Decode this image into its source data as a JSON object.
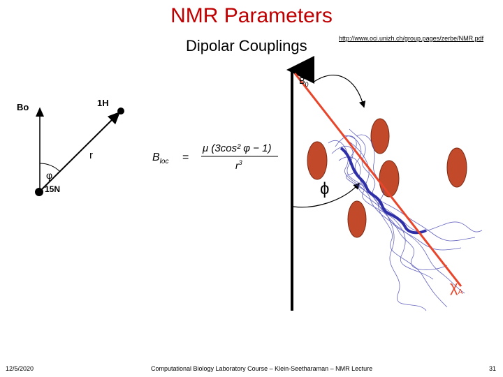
{
  "slide": {
    "title": "NMR Parameters",
    "subtitle": "Dipolar Couplings",
    "url": "http://www.oci.unizh.ch/group.pages/zerbe/NMR.pdf"
  },
  "vector_diagram": {
    "field_label": "Bo",
    "proton_label": "1H",
    "distance_label": "r",
    "angle_label": "φ",
    "nitrogen_label": "15N"
  },
  "formula": {
    "lhs_main": "B",
    "lhs_sub": "loc",
    "equals": "=",
    "numerator": "μ (3cos² φ − 1)",
    "denominator_base": "r",
    "denominator_exp": "3"
  },
  "ensemble_figure": {
    "field_label": "B",
    "field_sub": "0",
    "angle_label": "ϕ",
    "axis_label": "χ",
    "axis_sub": "A"
  },
  "footer": {
    "date": "12/5/2020",
    "course": "Computational Biology Laboratory Course – Klein-Seetharaman – NMR Lecture",
    "page": "31"
  },
  "colors": {
    "title": "#c00000",
    "alignment_axis": "#e8452a",
    "ensemble": "#4b4bb5",
    "ellipsoid": "#c24a2a"
  }
}
